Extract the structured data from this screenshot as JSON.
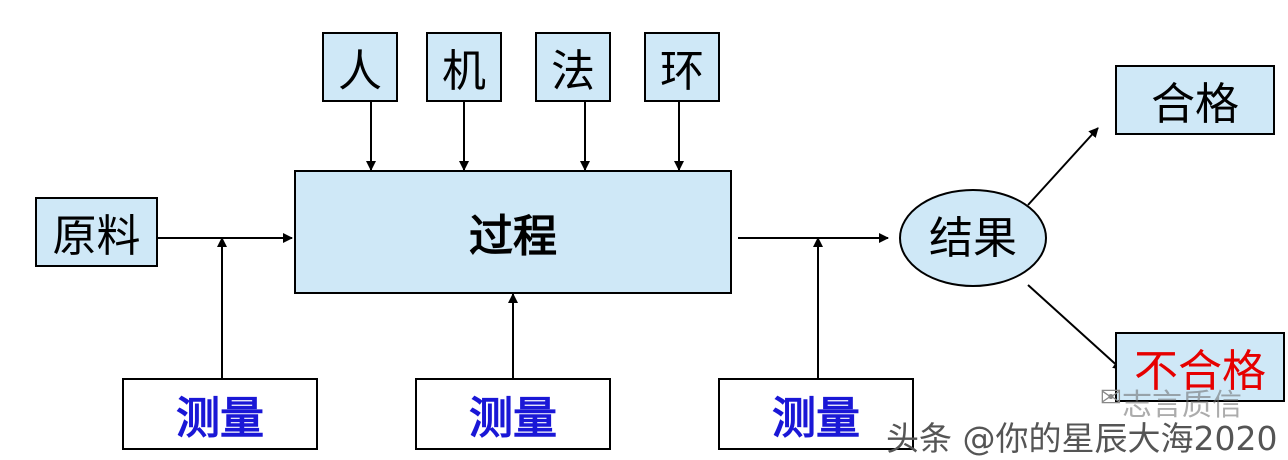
{
  "factors": {
    "people": "人",
    "machine": "机",
    "method": "法",
    "environment": "环"
  },
  "process": "过程",
  "input": "原料",
  "result": "结果",
  "outcomes": {
    "pass": "合格",
    "fail": "不合格"
  },
  "measurement": {
    "label": "测量"
  },
  "colors": {
    "box_fill": "#cfe8f7",
    "measure_text": "#1a17d6",
    "fail_text": "#e60000",
    "line": "#000000"
  },
  "watermark": {
    "icon": "chat-bubble-icon",
    "overlay": "志言质信",
    "text": "头条 @你的星辰大海2020"
  }
}
